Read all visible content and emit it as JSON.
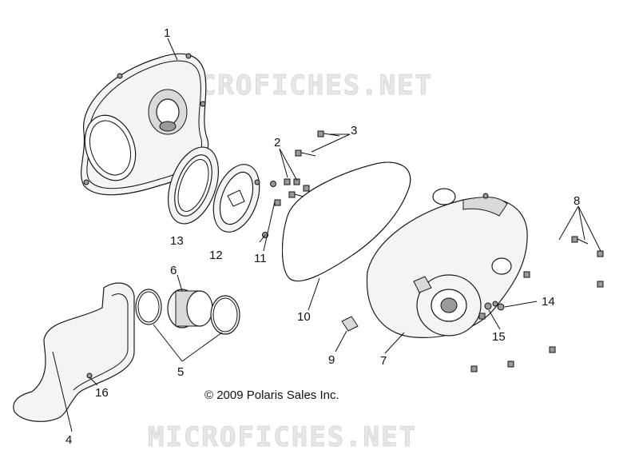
{
  "watermark": {
    "top": "MICROFICHES.NET",
    "bottom": "MICROFICHES.NET"
  },
  "copyright": "© 2009 Polaris Sales Inc.",
  "callouts": [
    "1",
    "2",
    "3",
    "4",
    "5",
    "6",
    "7",
    "8",
    "9",
    "10",
    "11",
    "12",
    "13",
    "14",
    "15",
    "16"
  ]
}
